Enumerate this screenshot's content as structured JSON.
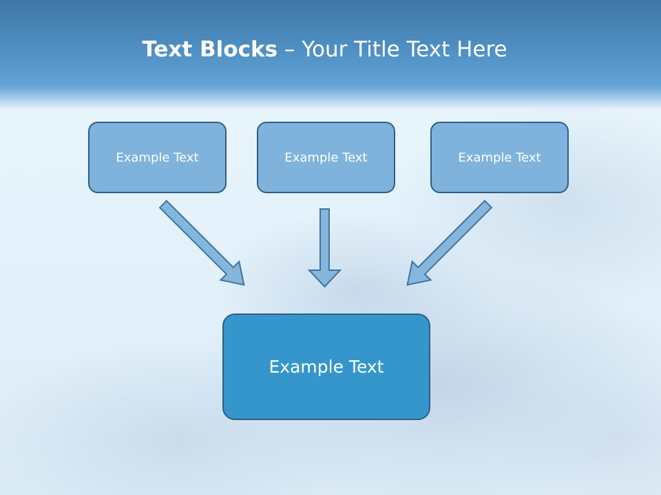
{
  "title": {
    "bold": "Text Blocks",
    "separator": " – ",
    "rest": "Your Title Text Here"
  },
  "blocks": {
    "top": [
      "Example Text",
      "Example Text",
      "Example Text"
    ],
    "center": "Example Text"
  },
  "colors": {
    "header": "#4f8fc3",
    "small_box_fill": "#7fb3db",
    "center_box_fill": "#3596cc",
    "border": "#2c5f88",
    "arrow_fill": "#86b6dc"
  }
}
